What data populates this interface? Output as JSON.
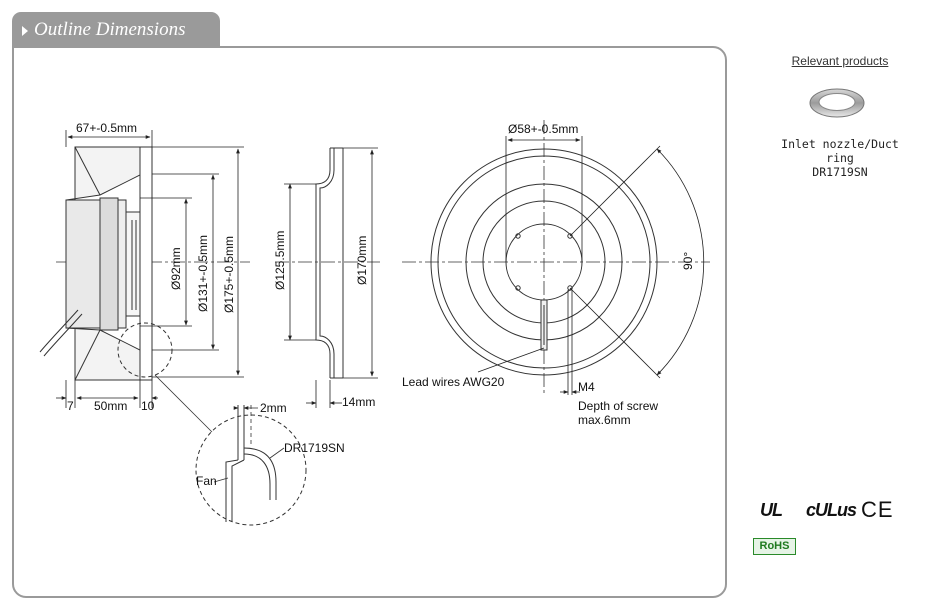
{
  "section_tab": {
    "title": "Outline Dimensions"
  },
  "dimensions": {
    "side_width": "67+-0.5mm",
    "d92": "Ø92mm",
    "d131": "Ø131+-0.5mm",
    "d175": "Ø175+-0.5mm",
    "w7": "7",
    "w50": "50mm",
    "w10": "10",
    "d125": "Ø125.5mm",
    "d170": "Ø170mm",
    "w14": "14mm",
    "d58": "Ø58+-0.5mm",
    "angle": "90°"
  },
  "annotations": {
    "lead_wires": "Lead wires AWG20",
    "m4": "M4",
    "screw_depth_1": "Depth of screw",
    "screw_depth_2": "max.6mm",
    "detail_2mm": "2mm",
    "detail_part": "DR1719SN",
    "detail_fan": "Fan"
  },
  "relevant_products": {
    "title": "Relevant products",
    "item_name": "Inlet nozzle/Duct ring",
    "item_code": "DR1719SN"
  },
  "certifications": {
    "ul": "UL",
    "cul": "cULus",
    "ce": "CE",
    "rohs": "RoHS"
  }
}
